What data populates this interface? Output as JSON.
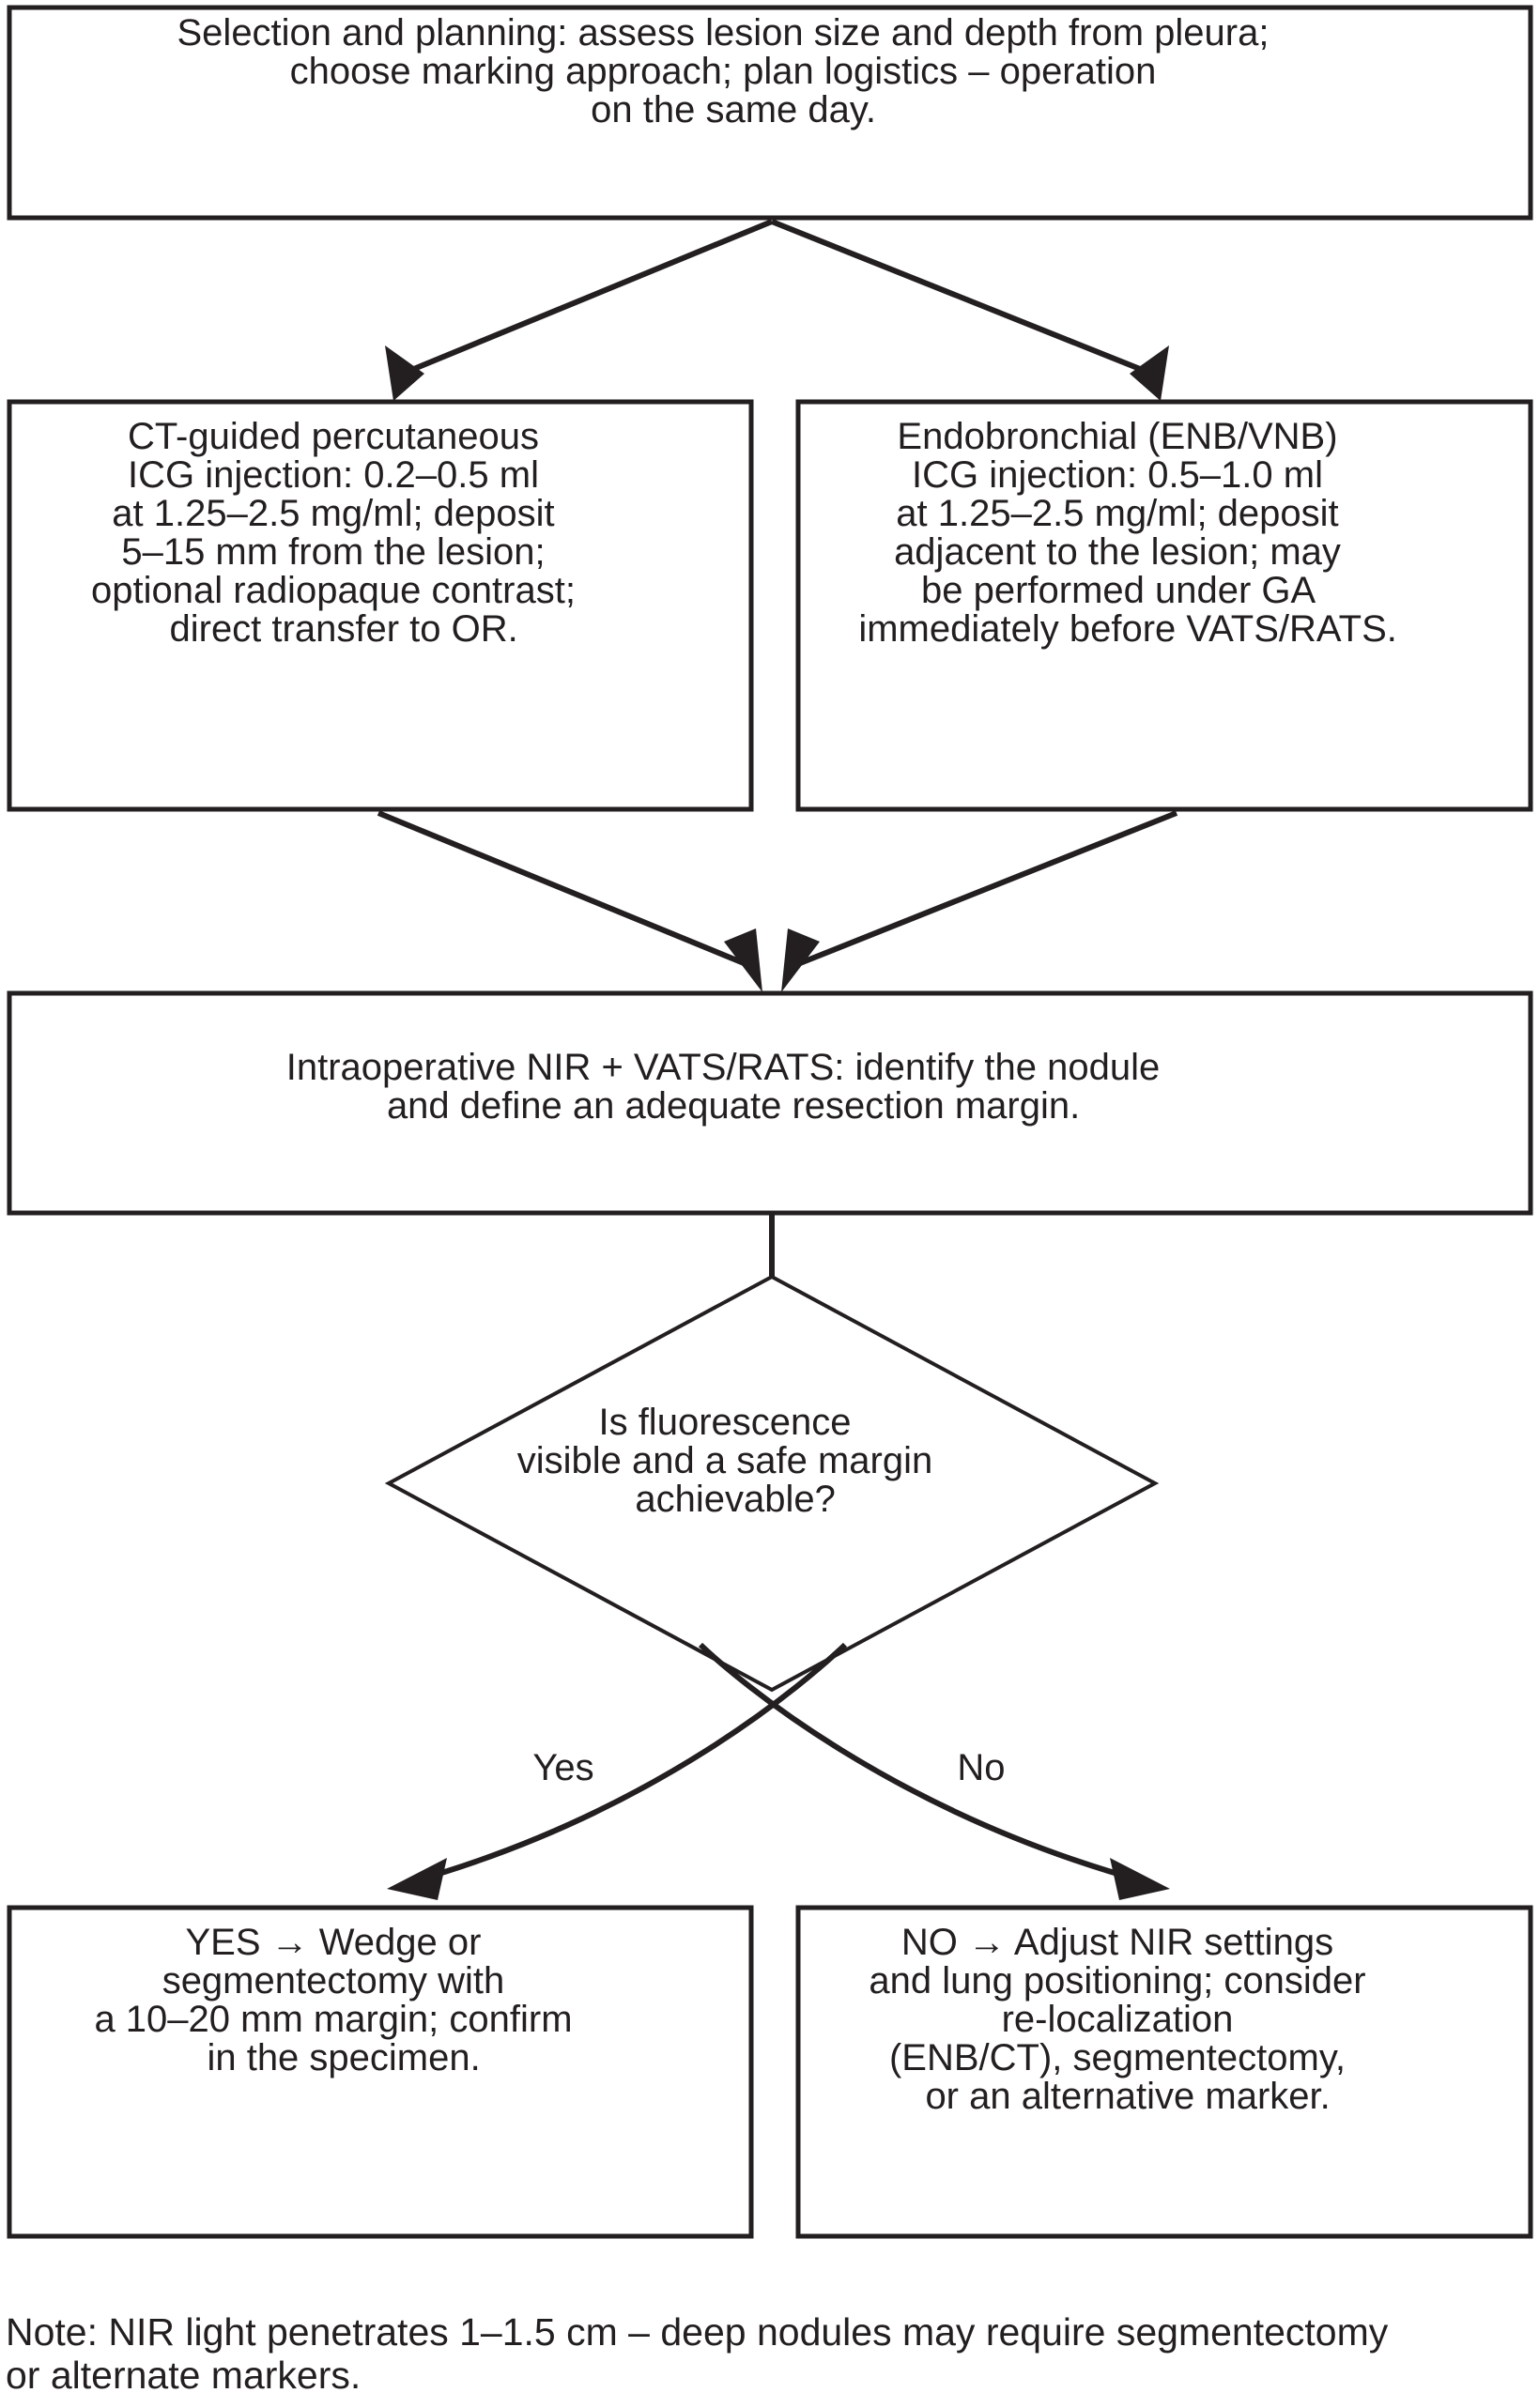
{
  "diagram": {
    "title": "ICG fluorescence-guided lung nodule localization workflow",
    "nodes": {
      "selection": {
        "id": "selection-planning",
        "shape": "rectangle",
        "lines": [
          "Selection and planning: assess lesion size and depth from pleura;",
          "choose marking approach; plan logistics – operation",
          "on the same day."
        ]
      },
      "ct_guided": {
        "id": "ct-guided-percutaneous",
        "shape": "rectangle",
        "lines": [
          "CT-guided percutaneous",
          "ICG injection: 0.2–0.5 ml",
          "at 1.25–2.5 mg/ml; deposit",
          "5–15 mm from the lesion;",
          "optional radiopaque contrast;",
          "direct transfer to OR."
        ]
      },
      "endobronchial": {
        "id": "endobronchial-enb-vnb",
        "shape": "rectangle",
        "lines": [
          "Endobronchial (ENB/VNB)",
          "ICG injection: 0.5–1.0 ml",
          "at 1.25–2.5 mg/ml; deposit",
          "adjacent to the lesion; may",
          "be performed under GA",
          "immediately before VATS/RATS."
        ]
      },
      "intraoperative": {
        "id": "intraoperative-nir-vats-rats",
        "shape": "rectangle",
        "lines": [
          "Intraoperative NIR + VATS/RATS: identify the nodule",
          "and define an adequate resection margin."
        ]
      },
      "decision": {
        "id": "fluorescence-decision",
        "shape": "diamond",
        "lines": [
          "Is fluorescence",
          "visible and a safe margin",
          "achievable?"
        ]
      },
      "yes_outcome": {
        "id": "yes-wedge-or-segmentectomy",
        "shape": "rectangle",
        "lines": [
          "YES → Wedge or",
          "segmentectomy with",
          "a 10–20 mm margin; confirm",
          "in the specimen."
        ]
      },
      "no_outcome": {
        "id": "no-adjust-nir-settings",
        "shape": "rectangle",
        "lines": [
          "NO → Adjust NIR settings",
          "and lung positioning; consider",
          "re-localization",
          "(ENB/CT), segmentectomy,",
          "or an alternative marker."
        ]
      }
    },
    "branch_labels": {
      "yes": "Yes",
      "no": "No"
    },
    "note": {
      "lines": [
        "Note: NIR light penetrates 1–1.5 cm – deep nodules may require segmentectomy",
        "or alternate markers."
      ]
    },
    "colors": {
      "ink": "#231f20",
      "background": "#ffffff"
    }
  }
}
